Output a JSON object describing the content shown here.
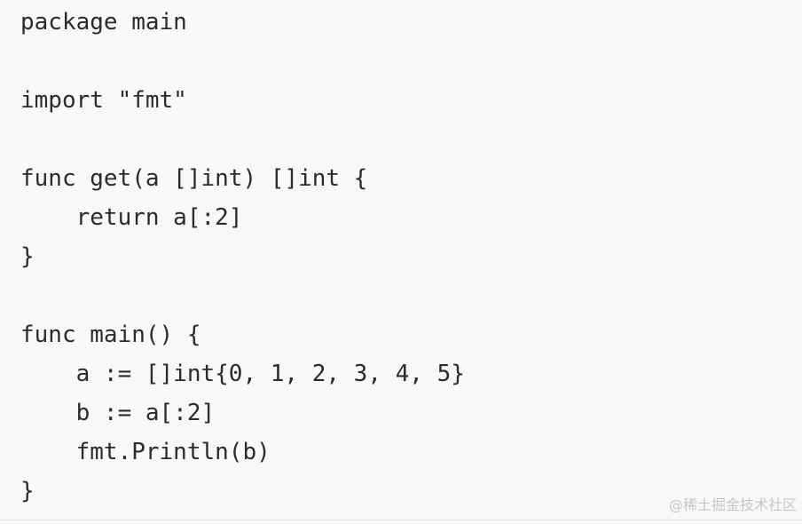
{
  "code": {
    "language": "go",
    "lines": [
      "package main",
      "",
      "import \"fmt\"",
      "",
      "func get(a []int) []int {",
      "    return a[:2]",
      "}",
      "",
      "func main() {",
      "    a := []int{0, 1, 2, 3, 4, 5}",
      "    b := a[:2]",
      "    fmt.Println(b)",
      "}"
    ]
  },
  "watermark": {
    "text": "@稀土掘金技术社区"
  },
  "colors": {
    "background": "#f8f8f8",
    "text": "#2b2b2b",
    "watermark": "#c6c6c6"
  }
}
